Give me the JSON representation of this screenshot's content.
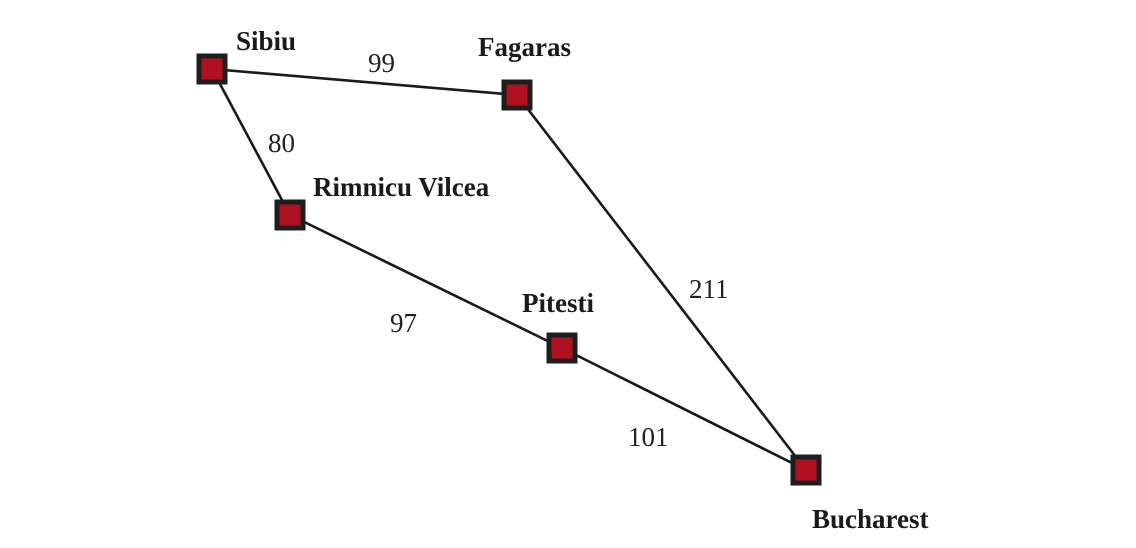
{
  "diagram": {
    "type": "weighted-graph",
    "nodes": [
      {
        "id": "sibiu",
        "label": "Sibiu"
      },
      {
        "id": "fagaras",
        "label": "Fagaras"
      },
      {
        "id": "rimnicu",
        "label": "Rimnicu Vilcea"
      },
      {
        "id": "pitesti",
        "label": "Pitesti"
      },
      {
        "id": "bucharest",
        "label": "Bucharest"
      }
    ],
    "edges": [
      {
        "from": "sibiu",
        "to": "fagaras",
        "weight": "99"
      },
      {
        "from": "sibiu",
        "to": "rimnicu",
        "weight": "80"
      },
      {
        "from": "rimnicu",
        "to": "pitesti",
        "weight": "97"
      },
      {
        "from": "pitesti",
        "to": "bucharest",
        "weight": "101"
      },
      {
        "from": "fagaras",
        "to": "bucharest",
        "weight": "211"
      }
    ],
    "colors": {
      "node_fill": "#b0101f",
      "node_border": "#1e1e1e",
      "edge": "#1a1a1a"
    }
  }
}
